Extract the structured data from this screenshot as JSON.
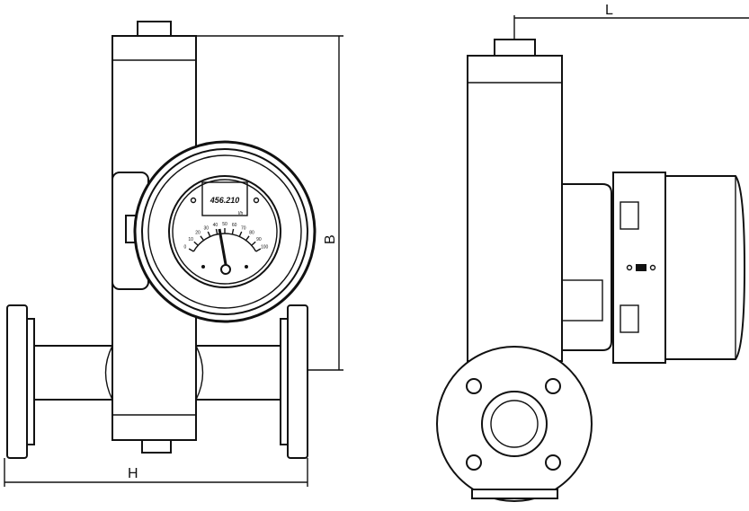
{
  "dimensions": {
    "B": "B",
    "H": "H",
    "L": "L"
  },
  "gauge": {
    "display_value": "456.210",
    "unit": "l/h",
    "scale_labels": [
      "0",
      "10",
      "20",
      "30",
      "40",
      "50",
      "60",
      "70",
      "80",
      "90",
      "100"
    ],
    "needle_value": 45
  },
  "colors": {
    "line": "#111111",
    "background": "#ffffff"
  }
}
